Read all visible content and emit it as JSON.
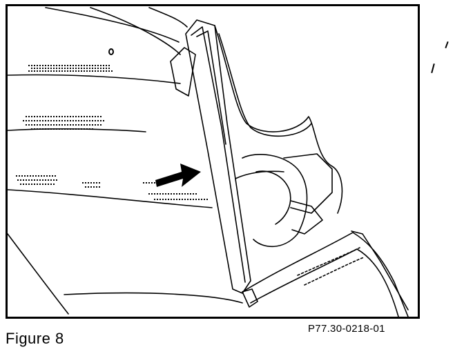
{
  "figure": {
    "caption": "Figure 8",
    "reference_code": "P77.30-0218-01"
  },
  "colors": {
    "ink": "#000000",
    "paper": "#ffffff"
  },
  "illustration": {
    "icon": "convertible-top-frame-line-drawing",
    "arrow_icon": "pointer-arrow-icon"
  }
}
